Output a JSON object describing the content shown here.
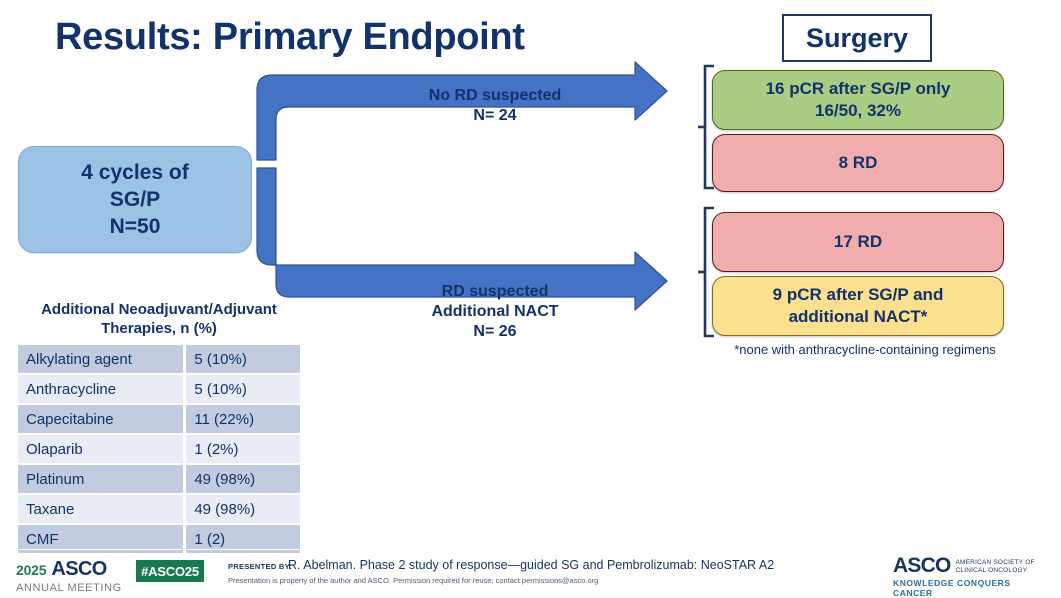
{
  "title": "Results: Primary Endpoint",
  "start_box": {
    "line1": "4 cycles of",
    "line2": "SG/P",
    "line3": "N=50"
  },
  "flow": {
    "upper_label_line1": "No RD suspected",
    "upper_label_line2": "N= 24",
    "lower_label_line1": "RD suspected",
    "lower_label_line2": "Additional NACT",
    "lower_label_line3": "N= 26",
    "arrow_color": "#4472C4"
  },
  "surgery": {
    "header": "Surgery",
    "boxes": [
      {
        "line1": "16 pCR after SG/P only",
        "line2": "16/50, 32%",
        "color": "#A9CE83",
        "border": "#58601F"
      },
      {
        "line1": "8 RD",
        "line2": "",
        "color": "#F2AEAE",
        "border": "#5B1A1A"
      },
      {
        "line1": "17 RD",
        "line2": "",
        "color": "#F2AEAE",
        "border": "#5B1A1A"
      },
      {
        "line1": "9 pCR after SG/P and",
        "line2": "additional NACT*",
        "color": "#FBE08D",
        "border": "#7C6B1E"
      }
    ],
    "footnote": "*none with anthracycline-containing regimens"
  },
  "table": {
    "title_line1": "Additional Neoadjuvant/Adjuvant",
    "title_line2": "Therapies, n (%)",
    "rows": [
      {
        "name": "Alkylating agent",
        "value": "5 (10%)"
      },
      {
        "name": "Anthracycline",
        "value": "5 (10%)"
      },
      {
        "name": "Capecitabine",
        "value": "11 (22%)"
      },
      {
        "name": "Olaparib",
        "value": "1 (2%)"
      },
      {
        "name": "Platinum",
        "value": "49 (98%)"
      },
      {
        "name": "Taxane",
        "value": "49 (98%)"
      },
      {
        "name": "CMF",
        "value": "1 (2)"
      }
    ]
  },
  "footer": {
    "year": "2025",
    "asco_word": "ASCO",
    "annual_meeting": "ANNUAL MEETING",
    "hashtag": "#ASCO25",
    "presented_by_label": "PRESENTED BY:",
    "presented_by_text": "R. Abelman. Phase 2 study of response—guided SG and Pembrolizumab: NeoSTAR A2",
    "permission": "Presentation is property of the author and ASCO. Permission required for reuse; contact permissions@asco.org",
    "logo_word": "ASCO",
    "logo_sub_line1": "AMERICAN SOCIETY OF",
    "logo_sub_line2": "CLINICAL ONCOLOGY",
    "logo_tagline": "KNOWLEDGE CONQUERS CANCER",
    "brand_green": "#18794E",
    "brand_navy": "#16355E"
  }
}
